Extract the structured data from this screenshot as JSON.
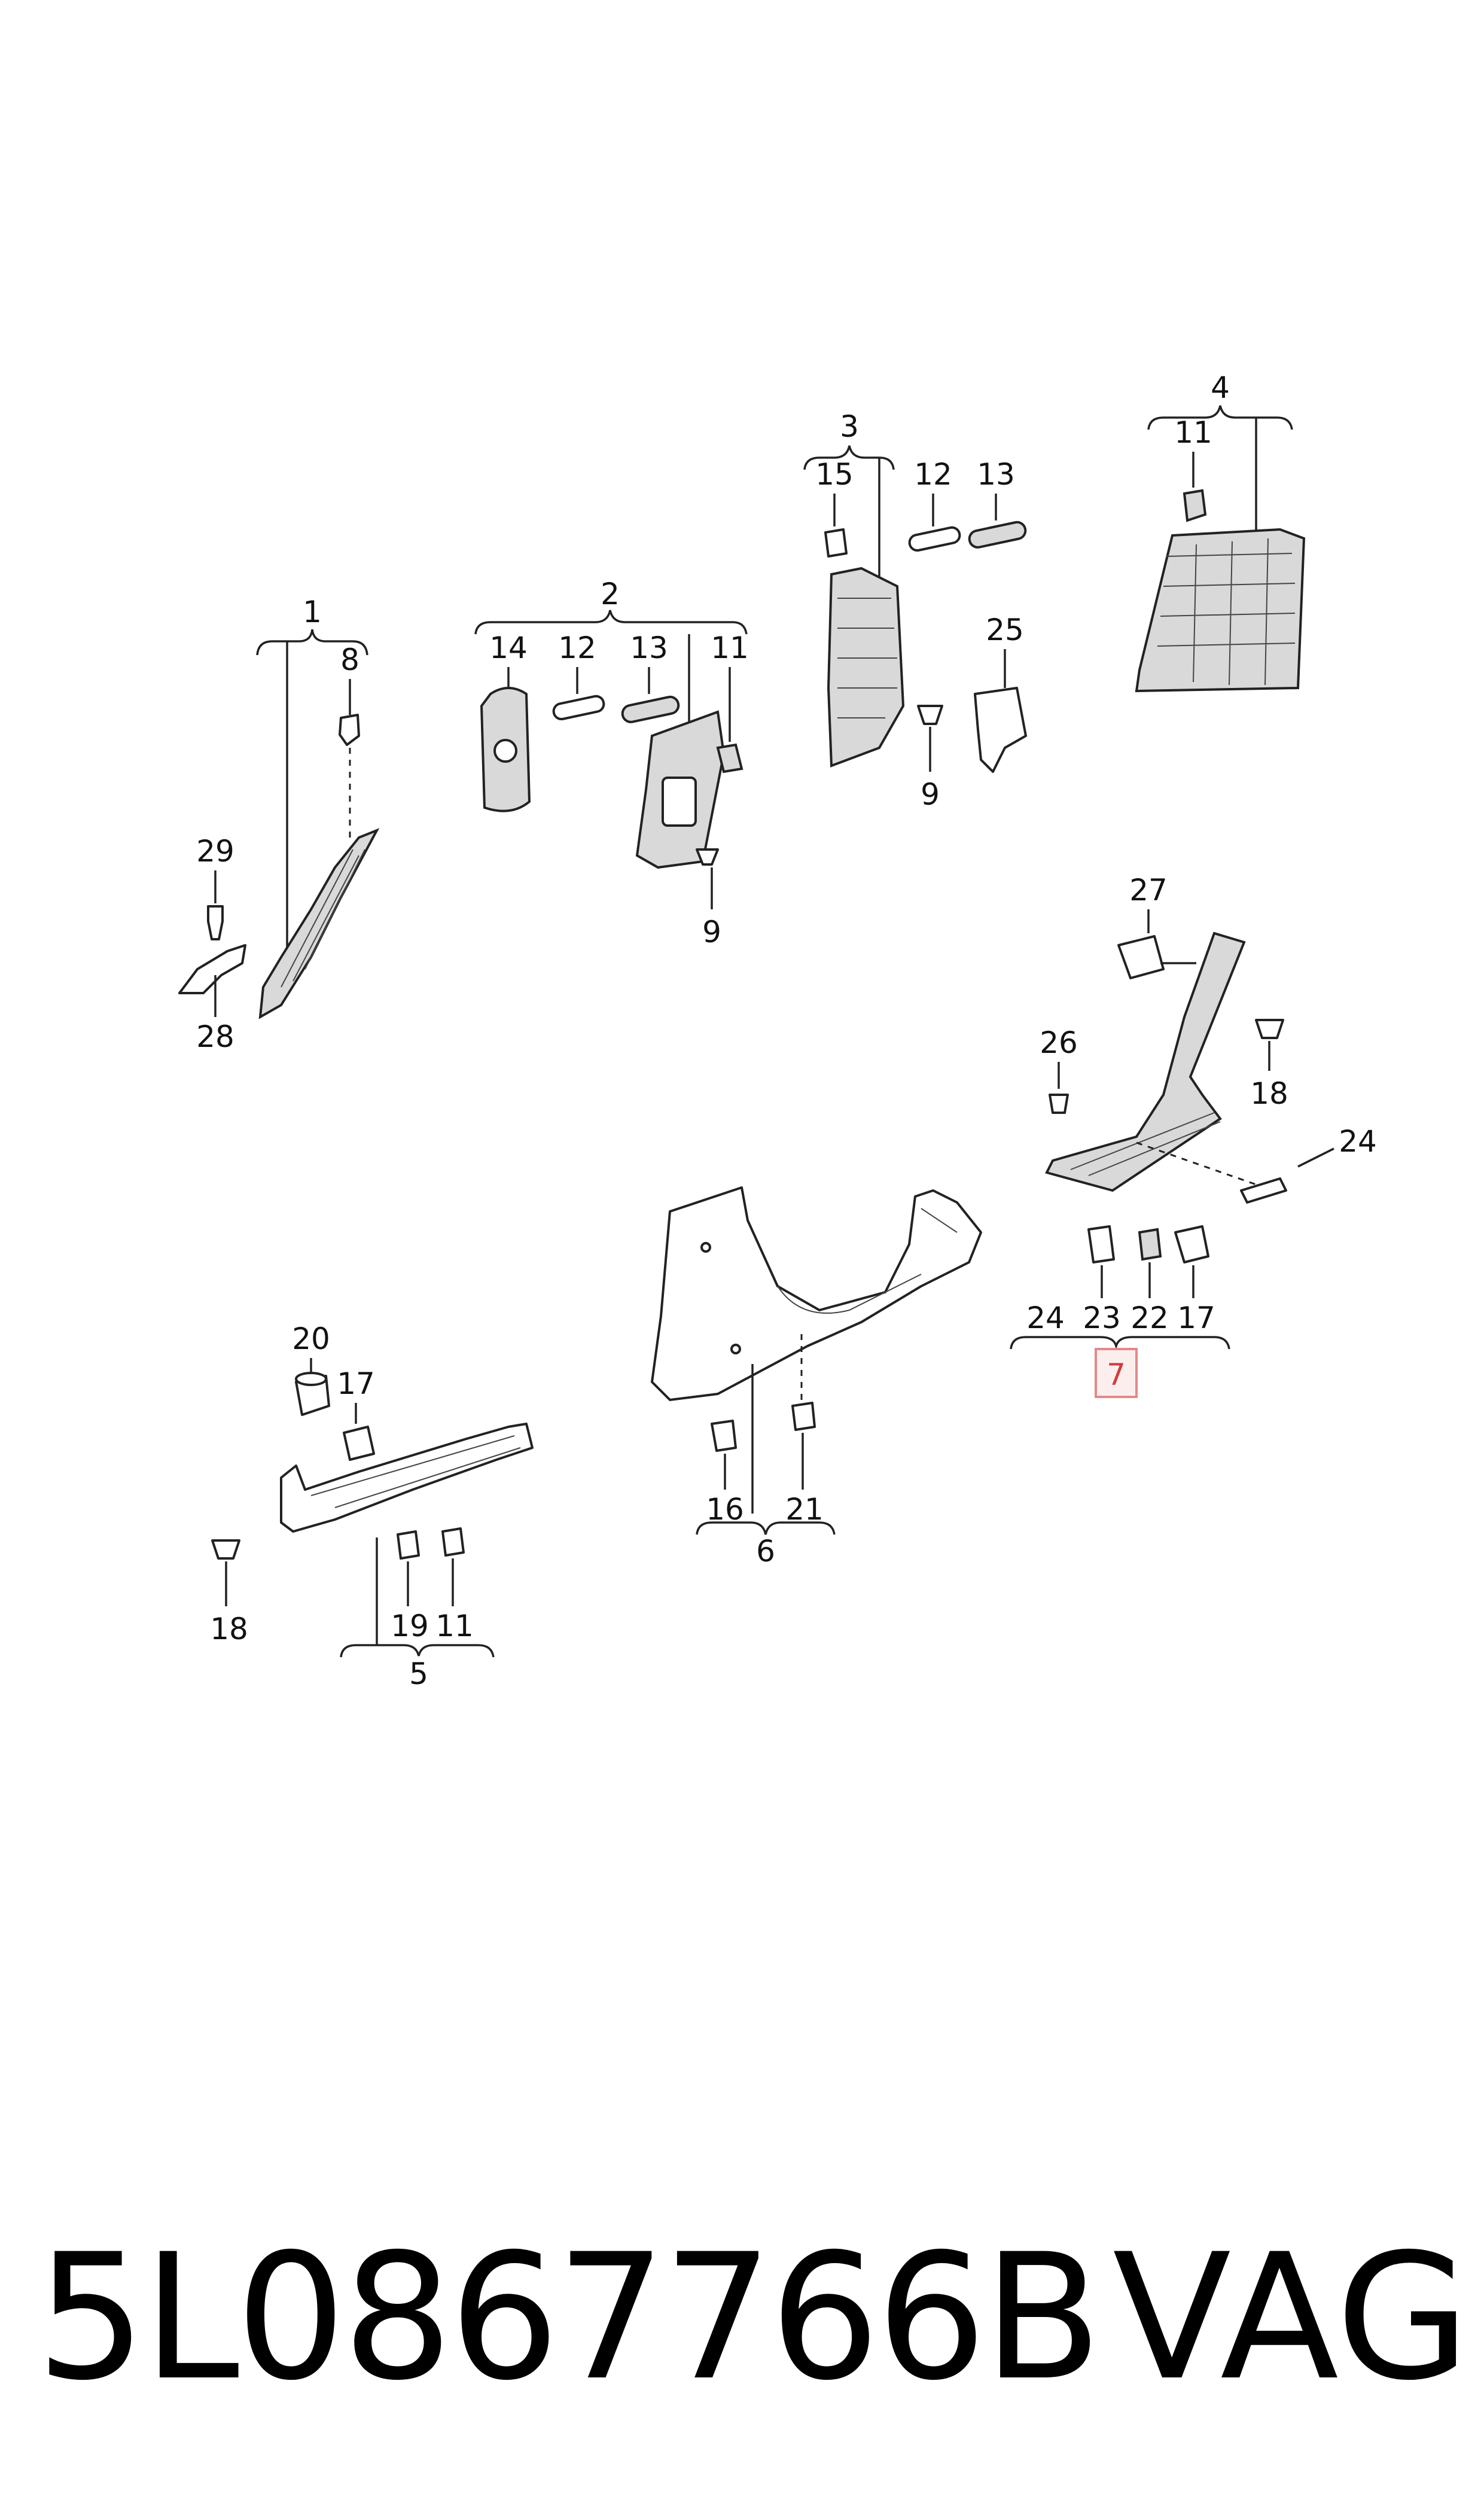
{
  "callouts": {
    "c1": "1",
    "c2": "2",
    "c3": "3",
    "c4": "4",
    "c5": "5",
    "c6": "6",
    "c7": "7",
    "c8": "8",
    "c9a": "9",
    "c9b": "9",
    "c11a": "11",
    "c11b": "11",
    "c11c": "11",
    "c12a": "12",
    "c12b": "12",
    "c13a": "13",
    "c13b": "13",
    "c14": "14",
    "c15": "15",
    "c16": "16",
    "c17a": "17",
    "c17b": "17",
    "c18a": "18",
    "c18b": "18",
    "c19": "19",
    "c20": "20",
    "c21": "21",
    "c22": "22",
    "c23": "23",
    "c24a": "24",
    "c24b": "24",
    "c25": "25",
    "c26": "26",
    "c27": "27",
    "c28": "28",
    "c29": "29"
  },
  "highlight_color": "#e28a8a",
  "footer": {
    "part_number": "5L0867766B",
    "brand": "VAG"
  }
}
